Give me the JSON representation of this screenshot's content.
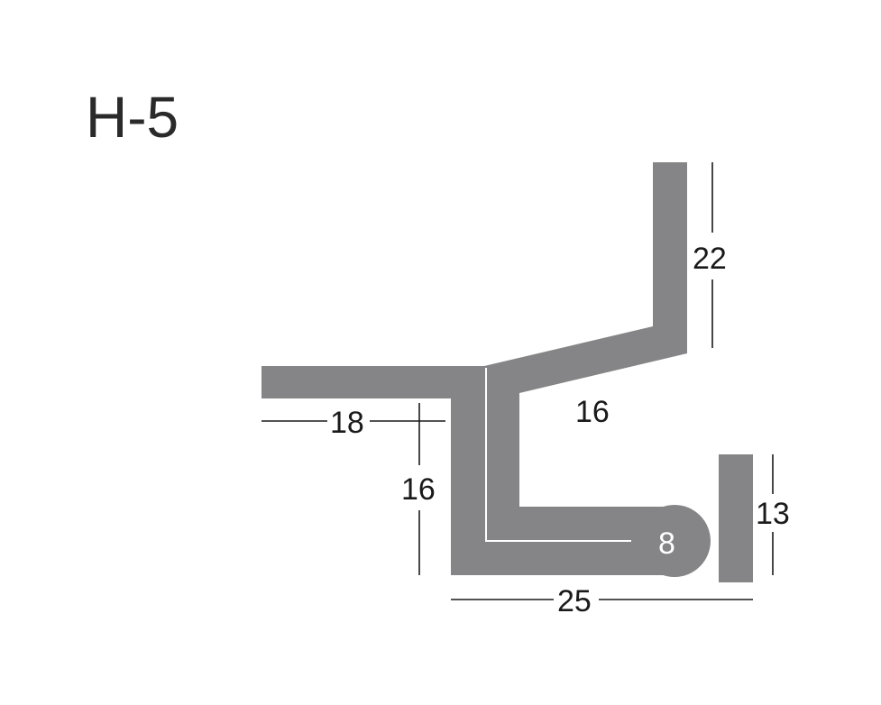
{
  "title": "H-5",
  "dimensions": {
    "top_height": "22",
    "diagonal_length": "16",
    "flange_width": "18",
    "inner_height": "16",
    "base_width": "25",
    "bead_diameter": "8",
    "strip_height": "13"
  },
  "colors": {
    "profile": "#858587",
    "lines": "#1a1a1a",
    "background": "#ffffff"
  }
}
